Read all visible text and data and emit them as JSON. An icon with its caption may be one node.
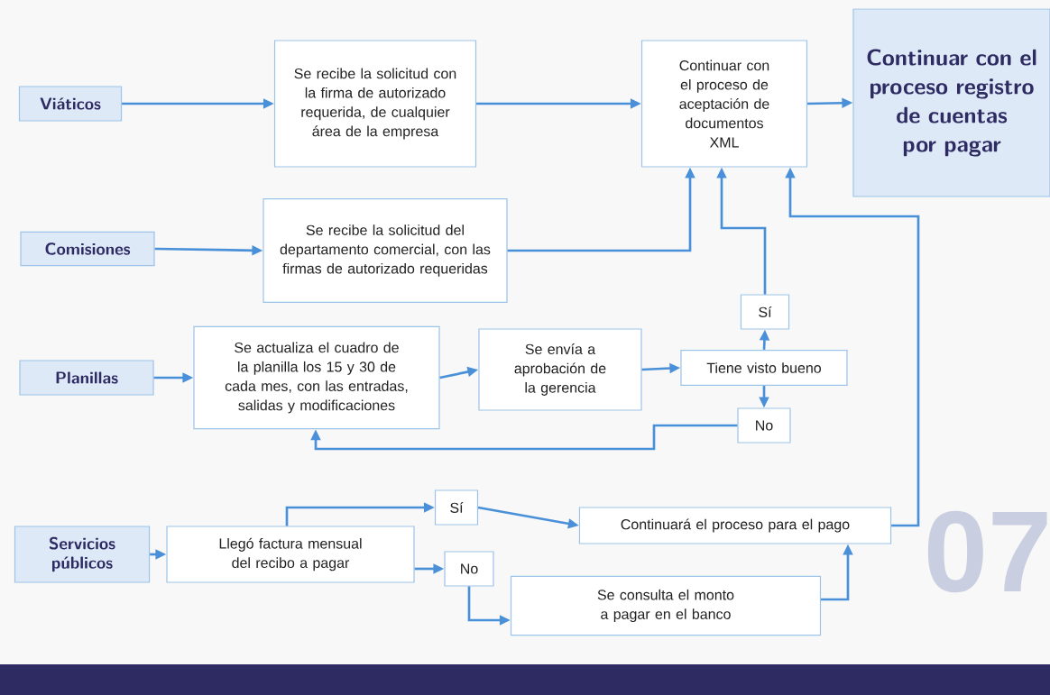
{
  "diagram": {
    "nodes": [
      {
        "text": [
          "Viáticos"
        ]
      },
      {
        "text": [
          "Se recibe la solicitud con la firma de autorizado requerida, de cualquier área de la empresa"
        ]
      },
      {
        "text": [
          "Continuar con el proceso de aceptación de documentos XML"
        ]
      },
      {
        "text": [
          "Continuar con el proceso registro de cuentas por pagar"
        ]
      },
      {
        "text": [
          "Comisiones"
        ]
      },
      {
        "text": [
          "Se recibe la solicitud del departamento comercial, con las firmas de autorizado requeridas"
        ]
      },
      {
        "text": [
          "Sí"
        ]
      },
      {
        "text": [
          "Planillas"
        ]
      },
      {
        "text": [
          "Se actualiza el cuadro de la planilla los 15 y 30 de cada mes, con las entradas, salidas y modificaciones"
        ]
      },
      {
        "text": [
          "Se envía a aprobación de la gerencia"
        ]
      },
      {
        "text": [
          "Tiene visto bueno"
        ]
      },
      {
        "text": [
          "No"
        ]
      },
      {
        "text": [
          "Servicios públicos"
        ]
      },
      {
        "text": [
          "Llegó factura mensual del recibo a pagar"
        ]
      },
      {
        "text": [
          "Sí"
        ]
      },
      {
        "text": [
          "Continuará el proceso para el pago"
        ]
      },
      {
        "text": [
          "No"
        ]
      },
      {
        "text": [
          "Se consulta el monto a pagar en el banco"
        ]
      }
    ],
    "edges": [
      {
        "from": 0,
        "to": 1,
        "arrow": "to"
      },
      {
        "from": 1,
        "to": 2,
        "arrow": "to"
      },
      {
        "from": 2,
        "to": 3,
        "arrow": "to"
      },
      {
        "from": 4,
        "to": 5,
        "arrow": "to"
      },
      {
        "from": 5,
        "to": 2,
        "arrow": "to"
      },
      {
        "from": 7,
        "to": 8,
        "arrow": "to"
      },
      {
        "from": 8,
        "to": 9,
        "arrow": "to"
      },
      {
        "from": 9,
        "to": 10,
        "arrow": "to"
      },
      {
        "from": 10,
        "to": 6,
        "arrow": "to"
      },
      {
        "from": 6,
        "to": 2,
        "arrow": "to"
      },
      {
        "from": 10,
        "to": 11,
        "arrow": "to"
      },
      {
        "from": 11,
        "to": 8,
        "arrow": "to"
      },
      {
        "from": 12,
        "to": 13,
        "arrow": "to"
      },
      {
        "from": 13,
        "to": 14,
        "arrow": "to"
      },
      {
        "from": 14,
        "to": 15,
        "arrow": "to"
      },
      {
        "from": 13,
        "to": 16,
        "arrow": "to"
      },
      {
        "from": 16,
        "to": 17,
        "arrow": "to"
      },
      {
        "from": 17,
        "to": 15,
        "arrow": "to"
      },
      {
        "from": 15,
        "to": 2,
        "arrow": "to"
      }
    ],
    "labels": [
      "07"
    ]
  }
}
